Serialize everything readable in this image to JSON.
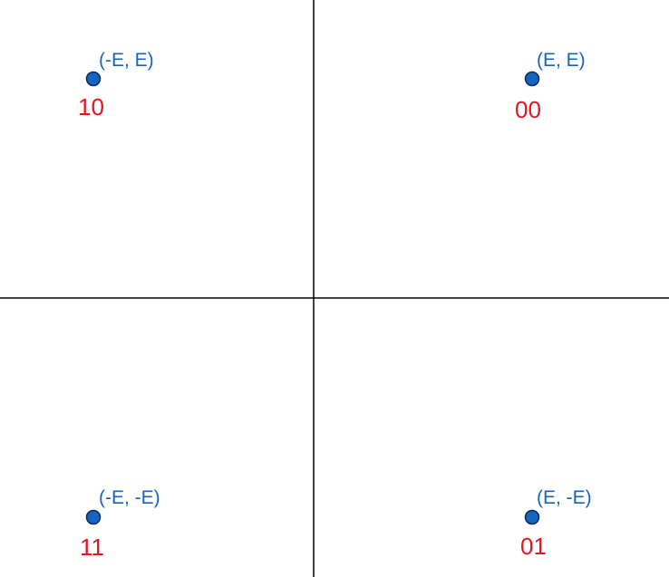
{
  "colors": {
    "axis": "#000000",
    "point_fill": "#1565c0",
    "point_stroke": "#0a2a55",
    "coord_label": "#1565c0",
    "code_label": "#e8141c"
  },
  "points": [
    {
      "id": "q1",
      "x": "E",
      "y": "E",
      "coord": "(E, E)",
      "code": "00"
    },
    {
      "id": "q2",
      "x": "-E",
      "y": "E",
      "coord": "(-E, E)",
      "code": "10"
    },
    {
      "id": "q3",
      "x": "-E",
      "y": "-E",
      "coord": "(-E, -E)",
      "code": "11"
    },
    {
      "id": "q4",
      "x": "E",
      "y": "-E",
      "coord": "(E, -E)",
      "code": "01"
    }
  ]
}
